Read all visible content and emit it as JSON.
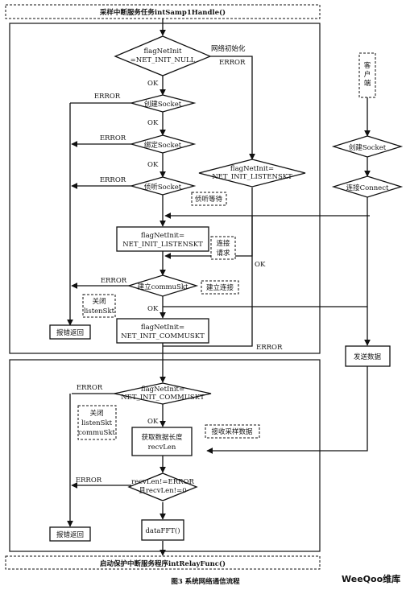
{
  "header": {
    "title": "采样中断服务任务intSamp1Handle()"
  },
  "footer": {
    "title": "启动保护中断服务程序intRelayFunc()"
  },
  "caption": {
    "text": "图3   系统网络通信流程"
  },
  "watermark": {
    "text": "WeeQoo维库"
  },
  "section1": {
    "decision_flag": {
      "line1": "flagNetInit",
      "line2": "=NET_INIT_NULL"
    },
    "net_init_label": "网络初始化",
    "error_right": "ERROR",
    "ok1": "OK",
    "create_socket": "创建Socket",
    "error_create": "ERROR",
    "ok2": "OK",
    "bind_socket": "绑定Socket",
    "error_bind": "ERROR",
    "ok3": "OK",
    "listen_socket": "侦听Socket",
    "error_listen": "ERROR",
    "listen_wait": "侦听等待",
    "flag_listen_decision": {
      "line1": "flagNetInit=",
      "line2": "NET_INIT_LISTENSKT"
    },
    "flag_listen_box": {
      "line1": "flagNetInit=",
      "line2": "NET_INIT_LISTENSKT"
    },
    "connect_request": {
      "line1": "连接",
      "line2": "请求"
    },
    "ok_right": "OK",
    "build_commu": "建立commuSkt",
    "error_build": "ERROR",
    "build_connect": "建立连接",
    "close_listen": {
      "line1": "关闭",
      "line2": "listenSkt"
    },
    "ok4": "OK",
    "report_return": "报错返回",
    "flag_commu_box": {
      "line1": "flagNetInit=",
      "line2": "NET_INIT_COMMUSKT"
    },
    "error_bottom": "ERROR"
  },
  "client": {
    "title": "客户端",
    "create_socket": "创建Socket",
    "connect": "连接Connect",
    "send_data": "发送数据"
  },
  "section2": {
    "decision_flag": {
      "line1": "flagNetInit=",
      "line2": "NET_INIT_COMMUSKT"
    },
    "error_top": "ERROR",
    "close_both": {
      "line1": "关闭",
      "line2": "listenSkt",
      "line3": "commuSkt"
    },
    "ok": "OK",
    "get_length": {
      "line1": "获取数据长度",
      "line2": "recvLen"
    },
    "receive_data": "接收采样数据",
    "error_recv": "ERROR",
    "recv_decision": {
      "line1": "recvLen!=ERROR",
      "line2": "且recvLen!=0"
    },
    "report_return": "报错返回",
    "fft": "dataFFT()"
  }
}
